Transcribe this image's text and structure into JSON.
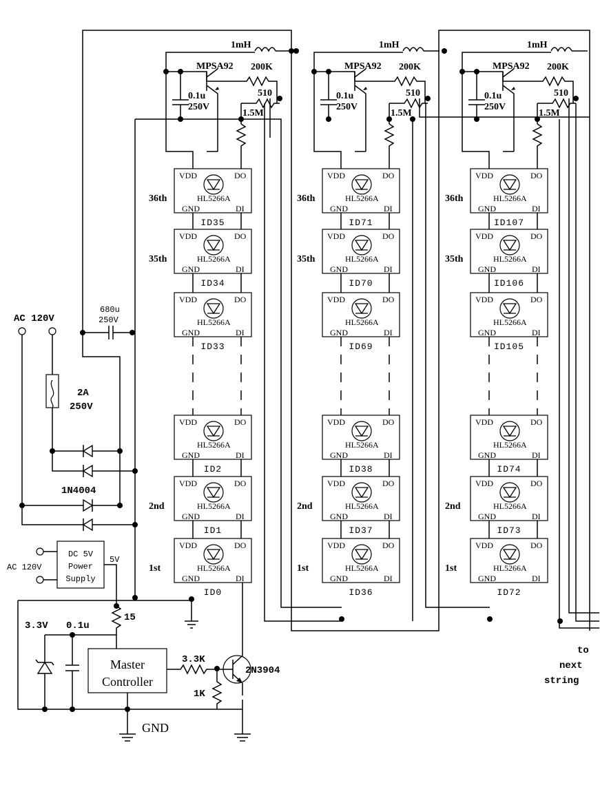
{
  "supply": {
    "ac_label": "AC 120V",
    "fuse_rating": "2A\n250V",
    "fuse_line1": "2A",
    "fuse_line2": "250V",
    "cap_big_line1": "680u",
    "cap_big_line2": "250V",
    "diode": "1N4004",
    "ps_ac": "AC 120V",
    "ps_line1": "DC 5V",
    "ps_line2": "Power",
    "ps_line3": "Supply",
    "ps_out": "5V",
    "res15": "15",
    "zener": "3.3V",
    "cap_small": "0.1u",
    "mc_line1": "Master",
    "mc_line2": "Controller",
    "res33k": "3.3K",
    "res1k": "1K",
    "transistor": "2N3904",
    "gnd": "GND"
  },
  "string_common": {
    "inductor": "1mH",
    "pnp": "MPSA92",
    "res200k": "200K",
    "cap_line1": "0.1u",
    "cap_line2": "250V",
    "res510": "510",
    "res15m": "1.5M",
    "vdd": "VDD",
    "do": "DO",
    "gnd": "GND",
    "di": "DI",
    "chip": "HL5266A"
  },
  "strings": [
    {
      "row_labels": [
        "36th",
        "35th",
        "",
        "",
        "2nd",
        "1st"
      ],
      "ids": [
        "ID35",
        "ID34",
        "ID33",
        "ID2",
        "ID1",
        "ID0"
      ]
    },
    {
      "row_labels": [
        "36th",
        "35th",
        "",
        "",
        "2nd",
        "1st"
      ],
      "ids": [
        "ID71",
        "ID70",
        "ID69",
        "ID38",
        "ID37",
        "ID36"
      ]
    },
    {
      "row_labels": [
        "36th",
        "35th",
        "",
        "",
        "2nd",
        "1st"
      ],
      "ids": [
        "ID107",
        "ID106",
        "ID105",
        "ID74",
        "ID73",
        "ID72"
      ]
    }
  ],
  "next": {
    "line1": "to",
    "line2": "next",
    "line3": "string"
  }
}
